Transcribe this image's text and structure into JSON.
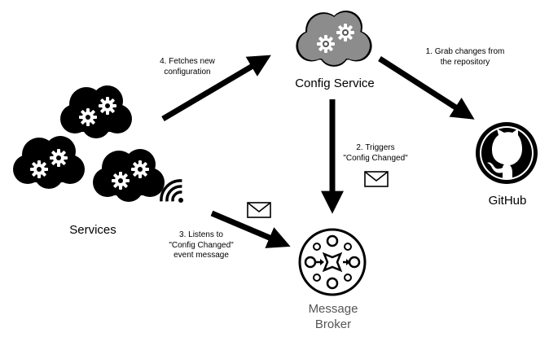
{
  "nodes": {
    "config_service": "Config Service",
    "github": "GitHub",
    "services": "Services",
    "message_broker": [
      "Message",
      "Broker"
    ]
  },
  "edges": {
    "grab_changes": [
      "1. Grab changes from",
      "the repository"
    ],
    "triggers": [
      "2. Triggers",
      "\"Config Changed\""
    ],
    "listens": [
      "3. Listens to",
      "\"Config Changed\"",
      "event message"
    ],
    "fetches": [
      "4. Fetches new",
      "configuration"
    ]
  },
  "icons": [
    "gear-cloud-icon",
    "github-octocat-icon",
    "message-broker-icon",
    "envelope-icon",
    "wifi-signal-icon"
  ],
  "colors": {
    "config_cloud": "#8c8c8c",
    "service_cloud": "#000000",
    "arrow": "#000000",
    "gray_text": "#555555"
  }
}
